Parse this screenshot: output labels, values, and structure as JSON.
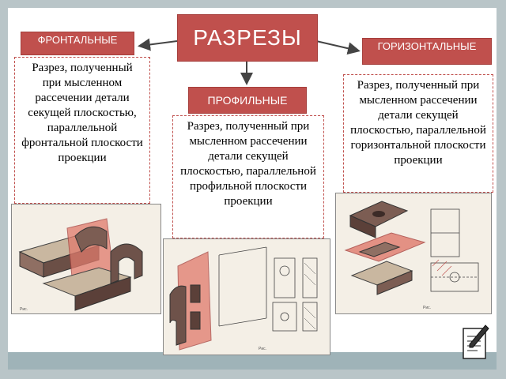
{
  "title": "РАЗРЕЗЫ",
  "categories": {
    "frontal": {
      "label": "ФРОНТАЛЬНЫЕ",
      "text": "Разрез, полученный при мысленном рассечении детали секущей плоскостью, параллельной фронтальной плоскости проекции"
    },
    "horizontal": {
      "label": "ГОРИЗОНТАЛЬНЫЕ",
      "text": "Разрез, полученный при мысленном рассечении детали секущей плоскостью, параллельной горизонтальной плоскости проекции"
    },
    "profile": {
      "label": "ПРОФИЛЬНЫЕ",
      "text": "Разрез, полученный при мысленном рассечении детали секущей плоскостью, параллельной профильной плоскости проекции"
    }
  },
  "colors": {
    "accent": "#c0504d",
    "background": "#b9c5c8",
    "bar": "#9fb3b8"
  },
  "icons": {
    "corner": "pen-document-icon"
  }
}
